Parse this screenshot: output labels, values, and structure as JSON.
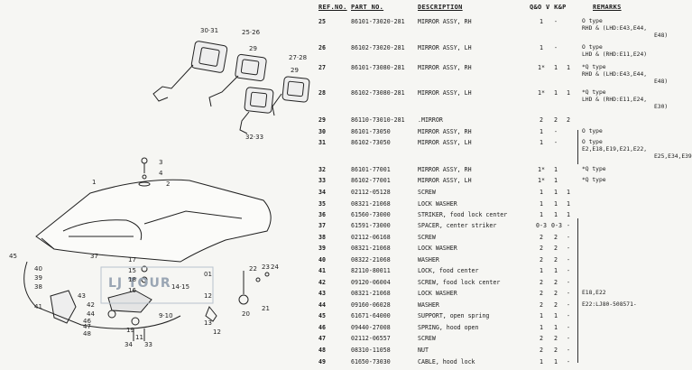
{
  "header": {
    "ref_no": "REF.NO.",
    "part_no": "PART NO.",
    "description": "DESCRIPTION",
    "qty_cols": "Q&O  V  K&P",
    "remarks": "REMARKS"
  },
  "rows": [
    {
      "ref": "25",
      "pn": "86101-73020-281",
      "desc": "MIRROR ASSY, RH",
      "q1": "1",
      "q2": "-",
      "q3": "",
      "rem": "O type",
      "rem2": "RHD & (LHD:E43,E44,",
      "rem3": "E48)"
    },
    {
      "ref": "26",
      "pn": "86102-73020-281",
      "desc": "MIRROR ASSY, LH",
      "q1": "1",
      "q2": "-",
      "q3": "",
      "rem": "O type",
      "rem2": "LHD & (RHD:E11,E24)",
      "rem3": ""
    },
    {
      "ref": "27",
      "pn": "86101-73080-281",
      "desc": "MIRROR ASSY, RH",
      "q1": "1*",
      "q2": "1",
      "q3": "1",
      "rem": "*Q type",
      "rem2": "RHD & (LHD:E43,E44,",
      "rem3": "E48)"
    },
    {
      "ref": "28",
      "pn": "86102-73080-281",
      "desc": "MIRROR ASSY, LH",
      "q1": "1*",
      "q2": "1",
      "q3": "1",
      "rem": "*Q type",
      "rem2": "LHD & (RHD:E11,E24,",
      "rem3": "E30)"
    },
    {
      "ref": "29",
      "pn": "86110-73010-281",
      "desc": ".MIRROR",
      "q1": "2",
      "q2": "2",
      "q3": "2",
      "rem": "",
      "rem2": "",
      "rem3": ""
    },
    {
      "ref": "30",
      "pn": "86101-73050",
      "desc": "MIRROR ASSY, RH",
      "q1": "1",
      "q2": "-",
      "q3": "",
      "rem": "O type",
      "rem2": "",
      "rem3": ""
    },
    {
      "ref": "31",
      "pn": "86102-73050",
      "desc": "MIRROR ASSY, LH",
      "q1": "1",
      "q2": "-",
      "q3": "",
      "rem": "O type",
      "rem2": "E2,E18,E19,E21,E22,",
      "rem3": "E25,E34,E39"
    },
    {
      "ref": "32",
      "pn": "86101-77001",
      "desc": "MIRROR ASSY, RH",
      "q1": "1*",
      "q2": "1",
      "q3": "",
      "rem": "*Q type",
      "rem2": "",
      "rem3": ""
    },
    {
      "ref": "33",
      "pn": "86102-77001",
      "desc": "MIRROR ASSY, LH",
      "q1": "1*",
      "q2": "1",
      "q3": "",
      "rem": "*Q type",
      "rem2": "",
      "rem3": ""
    },
    {
      "ref": "34",
      "pn": "02112-05128",
      "desc": "SCREW",
      "q1": "1",
      "q2": "1",
      "q3": "1",
      "rem": "",
      "rem2": "",
      "rem3": ""
    },
    {
      "ref": "35",
      "pn": "08321-21068",
      "desc": "LOCK WASHER",
      "q1": "1",
      "q2": "1",
      "q3": "1",
      "rem": "",
      "rem2": "",
      "rem3": ""
    },
    {
      "ref": "36",
      "pn": "61560-73000",
      "desc": "STRIKER, food lock center",
      "q1": "1",
      "q2": "1",
      "q3": "1",
      "rem": "",
      "rem2": "",
      "rem3": ""
    },
    {
      "ref": "37",
      "pn": "61591-73000",
      "desc": "SPACER, center striker",
      "q1": "0-3",
      "q2": "0-3",
      "q3": "-",
      "rem": "",
      "rem2": "",
      "rem3": ""
    },
    {
      "ref": "38",
      "pn": "02112-06168",
      "desc": "SCREW",
      "q1": "2",
      "q2": "2",
      "q3": "-",
      "rem": "",
      "rem2": "",
      "rem3": ""
    },
    {
      "ref": "39",
      "pn": "08321-21068",
      "desc": "LOCK WASHER",
      "q1": "2",
      "q2": "2",
      "q3": "-",
      "rem": "",
      "rem2": "",
      "rem3": ""
    },
    {
      "ref": "40",
      "pn": "08322-21068",
      "desc": "WASHER",
      "q1": "2",
      "q2": "2",
      "q3": "-",
      "rem": "",
      "rem2": "",
      "rem3": ""
    },
    {
      "ref": "41",
      "pn": "82110-80011",
      "desc": "LOCK, food center",
      "q1": "1",
      "q2": "1",
      "q3": "-",
      "rem": "",
      "rem2": "",
      "rem3": ""
    },
    {
      "ref": "42",
      "pn": "09120-06004",
      "desc": "SCREW, food lock center",
      "q1": "2",
      "q2": "2",
      "q3": "-",
      "rem": "",
      "rem2": "",
      "rem3": ""
    },
    {
      "ref": "43",
      "pn": "08321-21068",
      "desc": "LOCK WASHER",
      "q1": "2",
      "q2": "2",
      "q3": "-",
      "rem": "E18,E22",
      "rem2": "",
      "rem3": ""
    },
    {
      "ref": "44",
      "pn": "09160-06028",
      "desc": "WASHER",
      "q1": "2",
      "q2": "2",
      "q3": "-",
      "rem": "E22:LJ80-508571-",
      "rem2": "",
      "rem3": ""
    },
    {
      "ref": "45",
      "pn": "61671-64000",
      "desc": "SUPPORT, open spring",
      "q1": "1",
      "q2": "1",
      "q3": "-",
      "rem": "",
      "rem2": "",
      "rem3": ""
    },
    {
      "ref": "46",
      "pn": "09440-27008",
      "desc": "SPRING, hood open",
      "q1": "1",
      "q2": "1",
      "q3": "-",
      "rem": "",
      "rem2": "",
      "rem3": ""
    },
    {
      "ref": "47",
      "pn": "02112-06557",
      "desc": "SCREW",
      "q1": "2",
      "q2": "2",
      "q3": "-",
      "rem": "",
      "rem2": "",
      "rem3": ""
    },
    {
      "ref": "48",
      "pn": "08310-11058",
      "desc": "NUT",
      "q1": "2",
      "q2": "2",
      "q3": "-",
      "rem": "",
      "rem2": "",
      "rem3": ""
    },
    {
      "ref": "49",
      "pn": "61650-73030",
      "desc": "CABLE, hood lock",
      "q1": "1",
      "q2": "1",
      "q3": "-",
      "rem": "",
      "rem2": "",
      "rem3": ""
    }
  ],
  "diagram_labels": {
    "l30_31": "30·31",
    "l25_26": "25·26",
    "l29a": "29",
    "l27_28": "27·28",
    "l29b": "29",
    "l32_33": "32·33",
    "l1": "1",
    "l3": "3",
    "l4": "4",
    "l2": "2",
    "l45": "45",
    "l37": "37",
    "l40": "40",
    "l39": "39",
    "l38": "38",
    "l17": "17",
    "l15": "15",
    "l18": "18",
    "l16": "16",
    "l14_15": "14·15",
    "l22": "22",
    "l23": "23",
    "l24": "24",
    "l21": "21",
    "l20": "20",
    "l41": "41",
    "l43": "43",
    "l42": "42",
    "l44": "44",
    "l46": "46",
    "l47": "47",
    "l48": "48",
    "l9_10": "9·10",
    "l19": "19",
    "l34": "34",
    "l33": "33",
    "l11": "11",
    "l13": "13",
    "l12": "12"
  },
  "watermark": {
    "text": "LJ TOUR",
    "num1": "01",
    "num2": "12"
  }
}
